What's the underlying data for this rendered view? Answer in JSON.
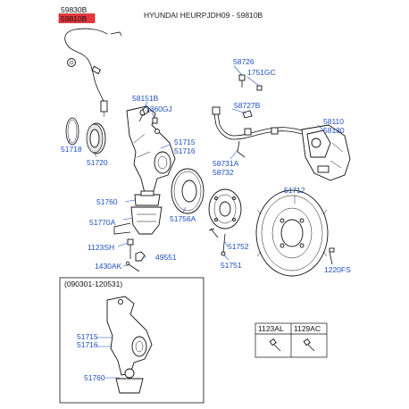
{
  "header": {
    "part_code_top": "59830B",
    "part_code_highlighted": "59810B",
    "title": "HYUNDAI HEURPJDH09 - 59810B",
    "highlight_color": "#e8363d"
  },
  "colors": {
    "label": "#1f4fbf",
    "line": "#111111",
    "background": "#ffffff"
  },
  "labels": {
    "l58726": "58726",
    "l1751GC": "1751GC",
    "l58151B": "58151B",
    "l1360GJ": "1360GJ",
    "l58727B": "58727B",
    "l58110": "58110",
    "l58130": "58130",
    "l51718": "51718",
    "l51715": "51715",
    "l51716": "51716",
    "l51720": "51720",
    "l58731A": "58731A",
    "l58732": "58732",
    "l51712": "51712",
    "l51760": "51760",
    "l51756A": "51756A",
    "l51770A": "51770A",
    "l1123SH": "1123SH",
    "l49551": "49551",
    "l51752": "51752",
    "l51751": "51751",
    "l1430AK": "1430AK",
    "l1220FS": "1220FS",
    "inset_title": "(090301-120531)",
    "inset51715": "51715",
    "inset51716": "51716",
    "inset51760": "51760"
  },
  "fastener_table": {
    "col1": "1123AL",
    "col2": "1129AC"
  }
}
